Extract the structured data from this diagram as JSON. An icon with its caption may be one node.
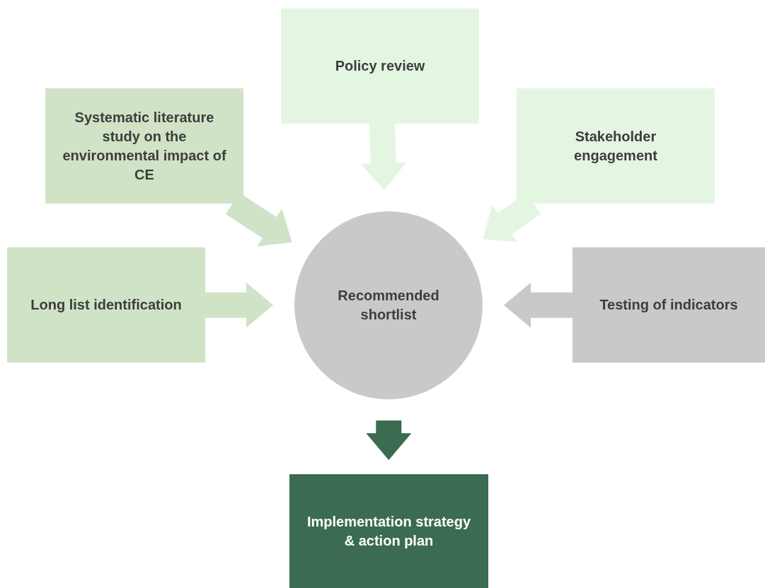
{
  "diagram": {
    "nodes": [
      {
        "text": [
          "Policy review"
        ]
      },
      {
        "text": [
          "Systematic literature study on the environmental impact of CE"
        ]
      },
      {
        "text": [
          "Stakeholder engagement"
        ]
      },
      {
        "text": [
          "Long list identification"
        ]
      },
      {
        "text": [
          "Recommended shortlist"
        ]
      },
      {
        "text": [
          "Testing of indicators"
        ]
      },
      {
        "text": [
          "Implementation strategy & action plan"
        ]
      }
    ],
    "edges": [
      {
        "from": 0,
        "to": 4,
        "arrow": "to",
        "color": "#e4f6e2"
      },
      {
        "from": 1,
        "to": 4,
        "arrow": "to",
        "color": "#d1e3c6"
      },
      {
        "from": 2,
        "to": 4,
        "arrow": "to",
        "color": "#e4f6e2"
      },
      {
        "from": 3,
        "to": 4,
        "arrow": "to",
        "color": "#d1e3c6"
      },
      {
        "from": 5,
        "to": 4,
        "arrow": "to",
        "color": "#c8c9cb"
      },
      {
        "from": 4,
        "to": 6,
        "arrow": "to",
        "color": "#3b6b50"
      }
    ]
  }
}
